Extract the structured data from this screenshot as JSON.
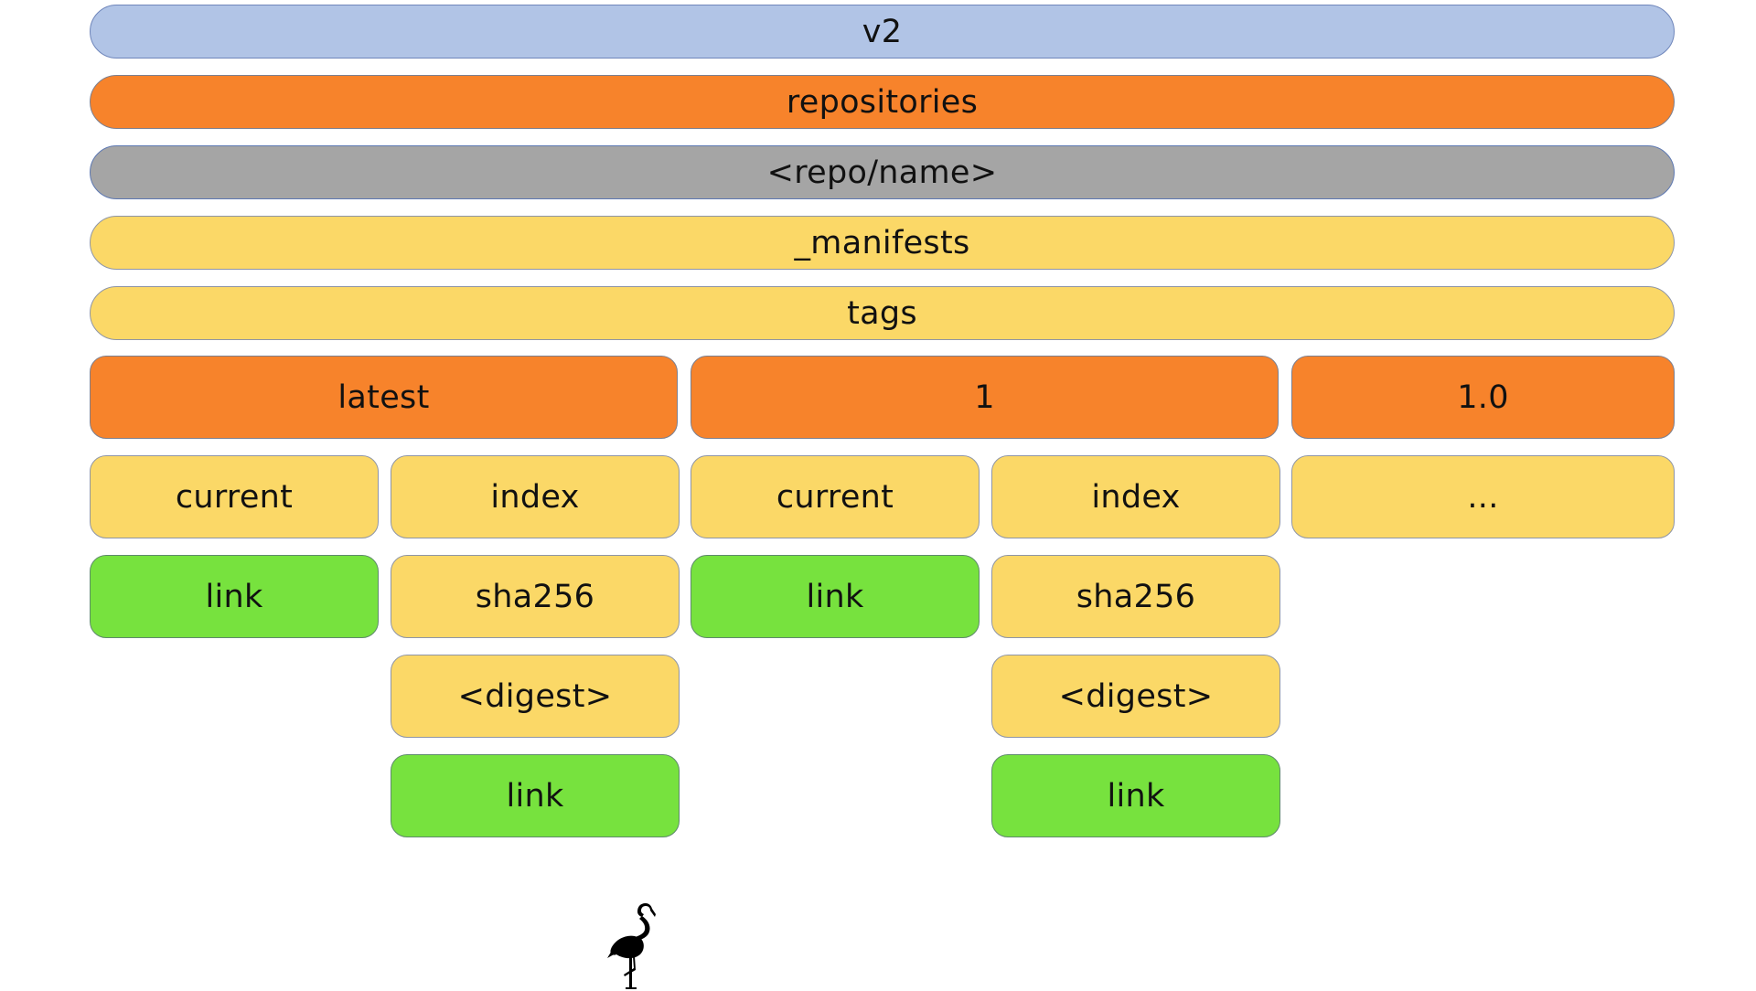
{
  "colors": {
    "blue": "#b1c4e6",
    "orange": "#f7832b",
    "gray": "#a5a5a5",
    "yellow": "#fbd867",
    "green": "#77e23e"
  },
  "path_levels": [
    "v2",
    "repositories",
    "<repo/name>",
    "_manifests",
    "tags"
  ],
  "tags": {
    "latest": {
      "label": "latest",
      "current": "current",
      "current_link": "link",
      "index": "index",
      "sha256": "sha256",
      "digest": "<digest>",
      "index_link": "link"
    },
    "one": {
      "label": "1",
      "current": "current",
      "current_link": "link",
      "index": "index",
      "sha256": "sha256",
      "digest": "<digest>",
      "index_link": "link"
    },
    "one_zero": {
      "label": "1.0",
      "more": "..."
    }
  },
  "logo": "flamingo-icon"
}
